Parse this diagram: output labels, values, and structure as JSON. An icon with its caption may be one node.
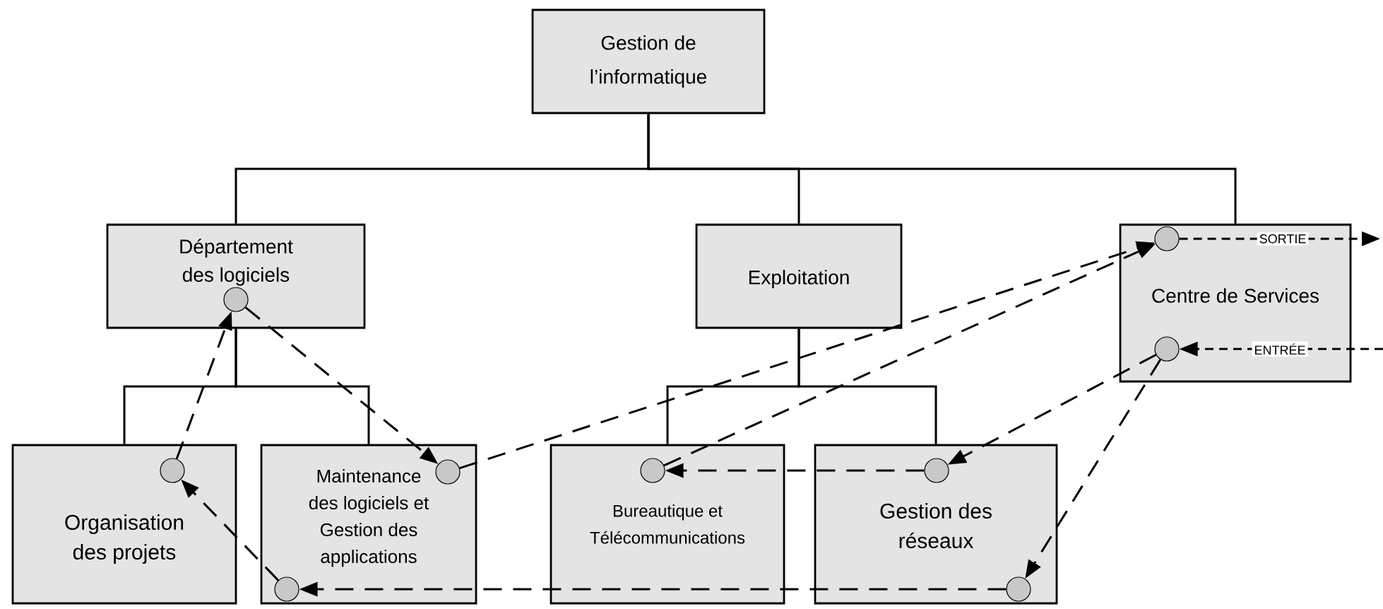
{
  "diagram": {
    "nodes": [
      {
        "text": [
          "Gestion de l’informatique"
        ]
      },
      {
        "text": [
          "Département des logiciels"
        ]
      },
      {
        "text": [],
        "shape": "circle",
        "in": 1
      },
      {
        "text": [
          "Exploitation"
        ]
      },
      {
        "text": [
          "Centre de Services"
        ]
      },
      {
        "text": [],
        "shape": "circle",
        "in": 4
      },
      {
        "text": [],
        "shape": "circle",
        "in": 4
      },
      {
        "text": [
          "Organisation des projets"
        ]
      },
      {
        "text": [],
        "shape": "circle",
        "in": 7
      },
      {
        "text": [
          "Maintenance des logiciels et Gestion des applications"
        ]
      },
      {
        "text": [],
        "shape": "circle",
        "in": 9
      },
      {
        "text": [],
        "shape": "circle",
        "in": 9
      },
      {
        "text": [
          "Bureautique et Télécommunications"
        ]
      },
      {
        "text": [],
        "shape": "circle",
        "in": 12
      },
      {
        "text": [
          "Gestion des réseaux"
        ]
      },
      {
        "text": [],
        "shape": "circle",
        "in": 14
      },
      {
        "text": [],
        "shape": "circle",
        "in": 14
      }
    ],
    "edges": [
      {
        "from": 0,
        "to": 1,
        "arrow": "none"
      },
      {
        "from": 0,
        "to": 3,
        "arrow": "none"
      },
      {
        "from": 0,
        "to": 4,
        "arrow": "none"
      },
      {
        "from": 1,
        "to": 7,
        "arrow": "none"
      },
      {
        "from": 1,
        "to": 9,
        "arrow": "none"
      },
      {
        "from": 3,
        "to": 12,
        "arrow": "none"
      },
      {
        "from": 3,
        "to": 14,
        "arrow": "none"
      },
      {
        "from": 8,
        "to": 2,
        "arrow": "to",
        "style": "dashed"
      },
      {
        "from": 2,
        "to": 10,
        "arrow": "to",
        "style": "dashed"
      },
      {
        "from": 10,
        "to": 5,
        "arrow": "to",
        "style": "dashed"
      },
      {
        "from": 13,
        "to": 5,
        "arrow": "to",
        "style": "dashed"
      },
      {
        "from": 6,
        "to": 15,
        "arrow": "to",
        "style": "dashed"
      },
      {
        "from": 6,
        "to": 16,
        "arrow": "to",
        "style": "dashed"
      },
      {
        "from": 15,
        "to": 13,
        "arrow": "to",
        "style": "dashed"
      },
      {
        "from": 16,
        "to": 11,
        "arrow": "to",
        "style": "dashed"
      },
      {
        "from": 11,
        "to": 8,
        "arrow": "to",
        "style": "dashed"
      },
      {
        "from": 5,
        "to": null,
        "arrow": "to",
        "style": "dashed",
        "label": "SORTIE"
      },
      {
        "from": null,
        "to": 6,
        "arrow": "to",
        "style": "dashed",
        "label": "ENTRÉE"
      }
    ]
  }
}
